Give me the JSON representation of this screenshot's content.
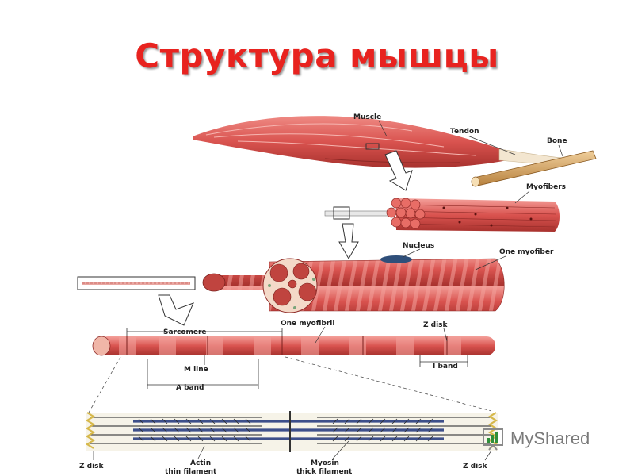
{
  "title": "Структура мышцы",
  "labels": {
    "muscle": "Muscle",
    "tendon": "Tendon",
    "bone": "Bone",
    "myofibers": "Myofibers",
    "nucleus": "Nucleus",
    "one_myofiber": "One myofiber",
    "sarcomere": "Sarcomere",
    "one_myofibril": "One myofibril",
    "z_disk": "Z disk",
    "m_line": "M line",
    "i_band": "I band",
    "a_band": "A band",
    "z_disk_left": "Z disk",
    "actin_line1": "Actin",
    "actin_line2": "thin filament",
    "myosin_line1": "Myosin",
    "myosin_line2": "thick filament",
    "z_disk_right": "Z disk"
  },
  "watermark": "MyShared",
  "colors": {
    "title": "#e8231f",
    "muscle": "#d9534f",
    "muscle_dark": "#b33a36",
    "stripe": "#f2a09a",
    "tendon": "#f3e6d0",
    "bone": "#d8a86a",
    "nucleus": "#2f4f7a",
    "myosin": "#3d4f8a",
    "actin": "#4a4a4a",
    "zdisk": "#d6b84a"
  }
}
